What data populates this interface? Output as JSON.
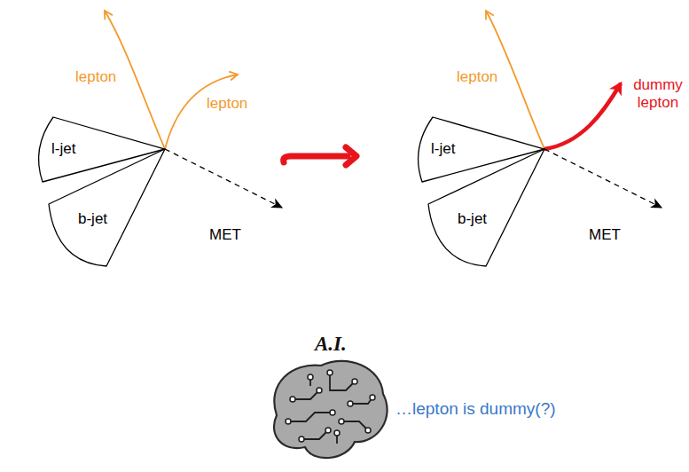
{
  "diagram": {
    "nodes": [
      {
        "text": [
          "l-jet"
        ]
      },
      {
        "text": [
          "b-jet"
        ]
      },
      {
        "text": [
          "l-jet"
        ]
      },
      {
        "text": [
          "b-jet"
        ]
      }
    ],
    "labels": [
      "lepton",
      "lepton",
      "MET",
      "lepton",
      "dummy lepton",
      "MET",
      "A.I.",
      "…lepton is dummy(?)"
    ]
  }
}
